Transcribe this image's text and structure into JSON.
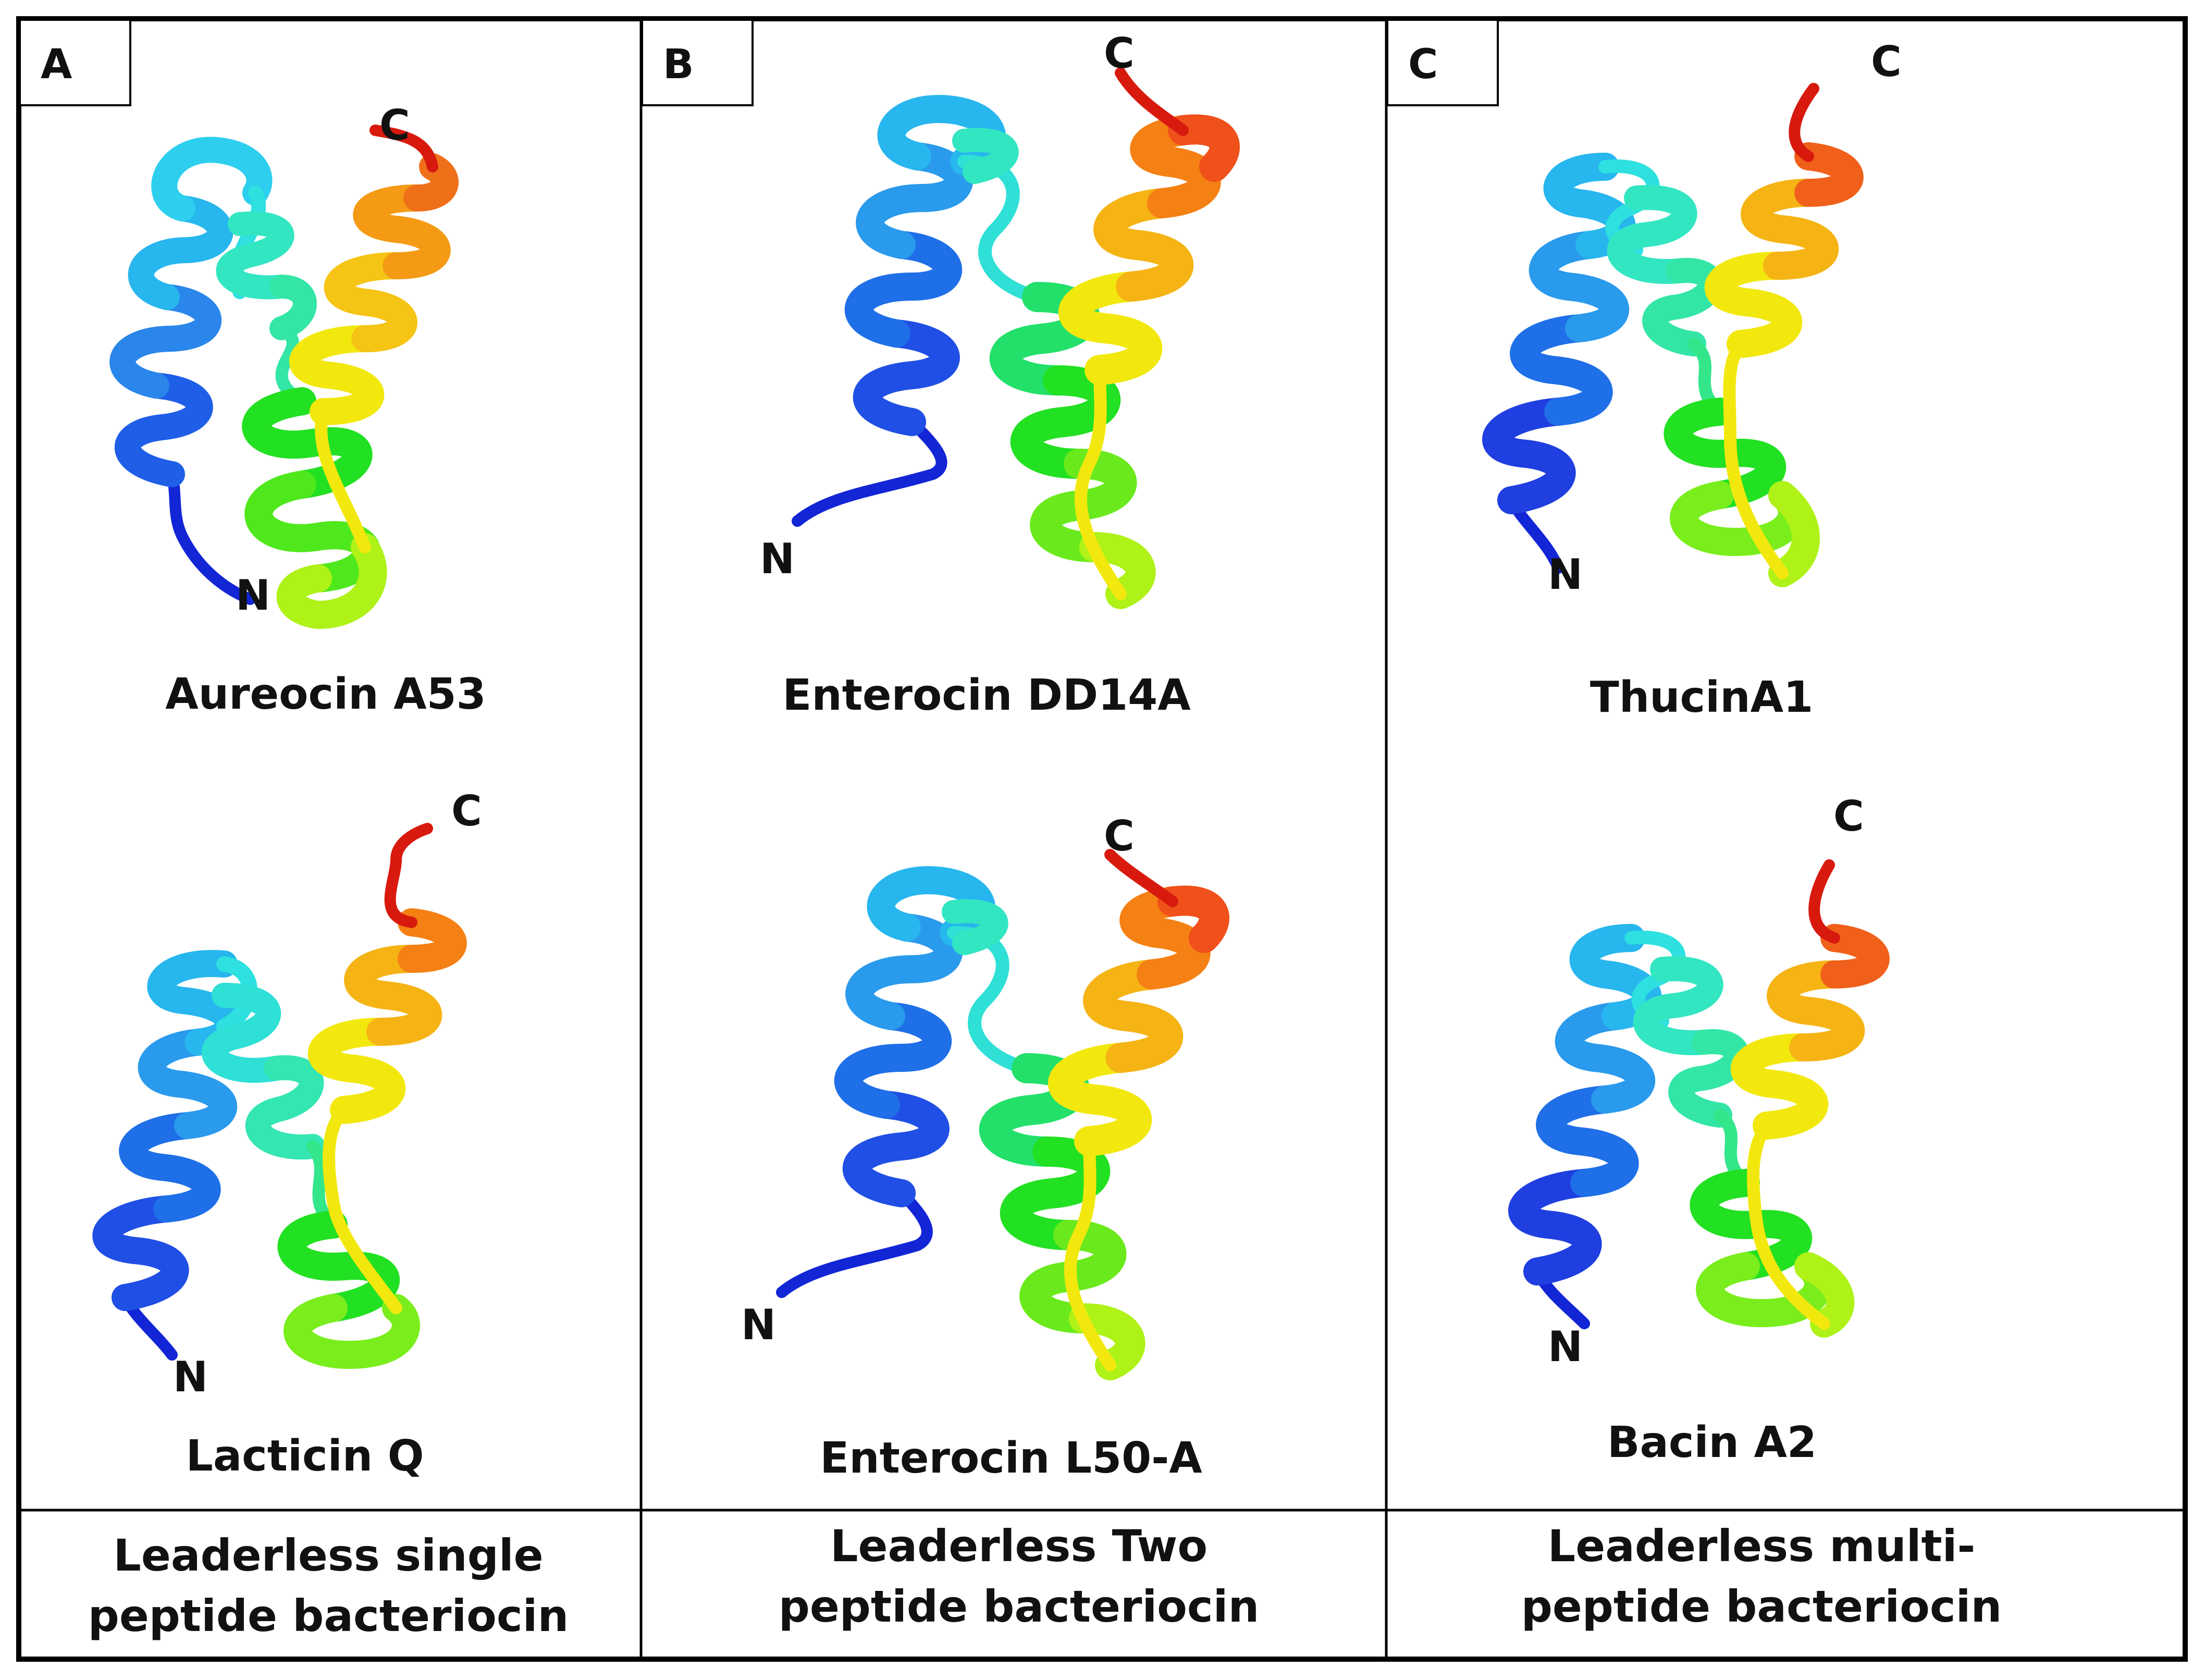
{
  "panels": [
    {
      "letter": "A",
      "structures": [
        {
          "name": "Aureocin A53",
          "c_label": "C",
          "n_label": "N"
        },
        {
          "name": "Lacticin Q",
          "c_label": "C",
          "n_label": "N"
        }
      ],
      "category": {
        "line1": "Leaderless single",
        "line2": "peptide bacteriocin"
      }
    },
    {
      "letter": "B",
      "structures": [
        {
          "name": "Enterocin DD14A",
          "c_label": "C",
          "n_label": "N"
        },
        {
          "name": "Enterocin L50-A",
          "c_label": "C",
          "n_label": "N"
        }
      ],
      "category": {
        "line1": "Leaderless Two",
        "line2": "peptide bacteriocin"
      }
    },
    {
      "letter": "C",
      "structures": [
        {
          "name": "ThucinA1",
          "c_label": "C",
          "n_label": "N"
        },
        {
          "name": "Bacin A2",
          "c_label": "C",
          "n_label": "N"
        }
      ],
      "category": {
        "line1": "Leaderless multi-",
        "line2": "peptide bacteriocin"
      }
    }
  ],
  "colors": {
    "n_terminus": "#1226d6",
    "blue": "#1f5fe8",
    "sky": "#27b6ee",
    "cyan": "#2ee0e0",
    "teal": "#33e6a6",
    "green": "#22e022",
    "lime": "#aef218",
    "yellow": "#f2e80e",
    "orange": "#f59a14",
    "red_orange": "#f0501a",
    "c_terminus": "#d81a0e",
    "border": "#000000"
  }
}
